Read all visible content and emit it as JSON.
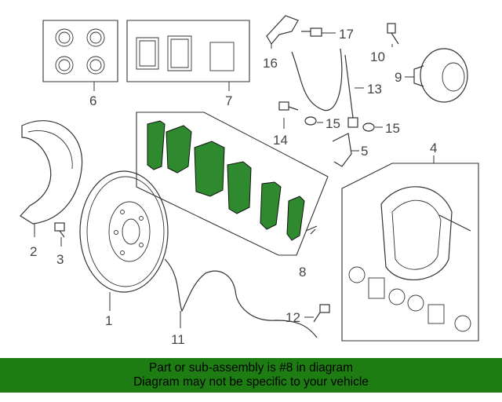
{
  "diagram": {
    "callouts": {
      "c1": "1",
      "c2": "2",
      "c3": "3",
      "c4": "4",
      "c5": "5",
      "c6": "6",
      "c7": "7",
      "c8": "8",
      "c9": "9",
      "c10": "10",
      "c11": "11",
      "c12": "12",
      "c13": "13",
      "c14": "14",
      "c15a": "15",
      "c15b": "15",
      "c16": "16",
      "c17": "17"
    },
    "highlight_color": "#2f8a2f",
    "highlighted_part": "8"
  },
  "footer": {
    "line1": "Part or sub-assembly is #8 in diagram",
    "line2": "Diagram may not be specific to your vehicle",
    "background": "#1d7d13"
  }
}
